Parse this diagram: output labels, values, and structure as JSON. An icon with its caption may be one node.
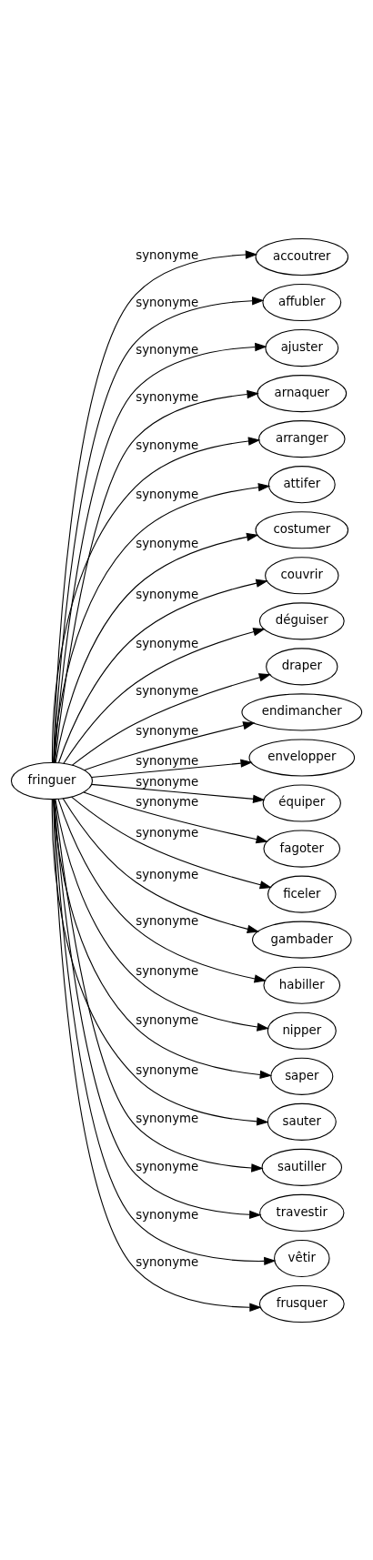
{
  "diagram": {
    "nodes": [
      {
        "text": [
          "fringuer"
        ]
      },
      {
        "text": [
          "accoutrer"
        ]
      },
      {
        "text": [
          "affubler"
        ]
      },
      {
        "text": [
          "ajuster"
        ]
      },
      {
        "text": [
          "arnaquer"
        ]
      },
      {
        "text": [
          "arranger"
        ]
      },
      {
        "text": [
          "attifer"
        ]
      },
      {
        "text": [
          "costumer"
        ]
      },
      {
        "text": [
          "couvrir"
        ]
      },
      {
        "text": [
          "déguiser"
        ]
      },
      {
        "text": [
          "draper"
        ]
      },
      {
        "text": [
          "endimancher"
        ]
      },
      {
        "text": [
          "envelopper"
        ]
      },
      {
        "text": [
          "équiper"
        ]
      },
      {
        "text": [
          "fagoter"
        ]
      },
      {
        "text": [
          "ficeler"
        ]
      },
      {
        "text": [
          "gambader"
        ]
      },
      {
        "text": [
          "habiller"
        ]
      },
      {
        "text": [
          "nipper"
        ]
      },
      {
        "text": [
          "saper"
        ]
      },
      {
        "text": [
          "sauter"
        ]
      },
      {
        "text": [
          "sautiller"
        ]
      },
      {
        "text": [
          "travestir"
        ]
      },
      {
        "text": [
          "vêtir"
        ]
      },
      {
        "text": [
          "frusquer"
        ]
      }
    ],
    "edges": [
      {
        "from": 0,
        "to": 1,
        "arrow": "to",
        "label": "synonyme"
      },
      {
        "from": 0,
        "to": 2,
        "arrow": "to",
        "label": "synonyme"
      },
      {
        "from": 0,
        "to": 3,
        "arrow": "to",
        "label": "synonyme"
      },
      {
        "from": 0,
        "to": 4,
        "arrow": "to",
        "label": "synonyme"
      },
      {
        "from": 0,
        "to": 5,
        "arrow": "to",
        "label": "synonyme"
      },
      {
        "from": 0,
        "to": 6,
        "arrow": "to",
        "label": "synonyme"
      },
      {
        "from": 0,
        "to": 7,
        "arrow": "to",
        "label": "synonyme"
      },
      {
        "from": 0,
        "to": 8,
        "arrow": "to",
        "label": "synonyme"
      },
      {
        "from": 0,
        "to": 9,
        "arrow": "to",
        "label": "synonyme"
      },
      {
        "from": 0,
        "to": 10,
        "arrow": "to",
        "label": "synonyme"
      },
      {
        "from": 0,
        "to": 11,
        "arrow": "to",
        "label": "synonyme"
      },
      {
        "from": 0,
        "to": 12,
        "arrow": "to",
        "label": "synonyme"
      },
      {
        "from": 0,
        "to": 13,
        "arrow": "to",
        "label": "synonyme"
      },
      {
        "from": 0,
        "to": 14,
        "arrow": "to",
        "label": "synonyme"
      },
      {
        "from": 0,
        "to": 15,
        "arrow": "to",
        "label": "synonyme"
      },
      {
        "from": 0,
        "to": 16,
        "arrow": "to",
        "label": "synonyme"
      },
      {
        "from": 0,
        "to": 17,
        "arrow": "to",
        "label": "synonyme"
      },
      {
        "from": 0,
        "to": 18,
        "arrow": "to",
        "label": "synonyme"
      },
      {
        "from": 0,
        "to": 19,
        "arrow": "to",
        "label": "synonyme"
      },
      {
        "from": 0,
        "to": 20,
        "arrow": "to",
        "label": "synonyme"
      },
      {
        "from": 0,
        "to": 21,
        "arrow": "to",
        "label": "synonyme"
      },
      {
        "from": 0,
        "to": 22,
        "arrow": "to",
        "label": "synonyme"
      },
      {
        "from": 0,
        "to": 23,
        "arrow": "to",
        "label": "synonyme"
      },
      {
        "from": 0,
        "to": 24,
        "arrow": "to",
        "label": "synonyme"
      }
    ]
  }
}
